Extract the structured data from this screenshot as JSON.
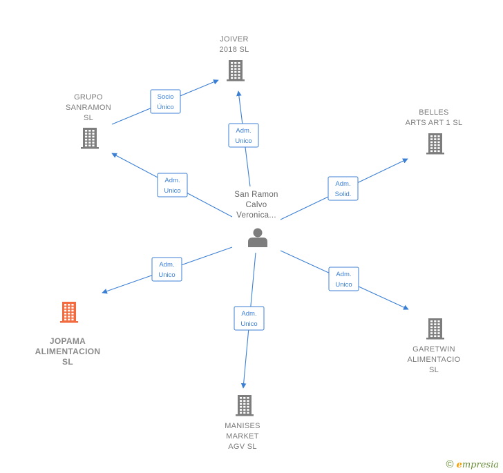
{
  "center": {
    "lines": [
      "San Ramon",
      "Calvo",
      "Veronica..."
    ]
  },
  "nodes": [
    {
      "id": "joiver",
      "lines": [
        "JOIVER",
        "2018  SL"
      ],
      "highlight": false
    },
    {
      "id": "grupo",
      "lines": [
        "GRUPO",
        "SANRAMON",
        "SL"
      ],
      "highlight": false
    },
    {
      "id": "belles",
      "lines": [
        "BELLES",
        "ARTS ART 1 SL"
      ],
      "highlight": false
    },
    {
      "id": "jopama",
      "lines": [
        "JOPAMA",
        "ALIMENTACION",
        "SL"
      ],
      "highlight": true
    },
    {
      "id": "garetwin",
      "lines": [
        "GARETWIN",
        "ALIMENTACIO",
        "SL"
      ],
      "highlight": false
    },
    {
      "id": "manises",
      "lines": [
        "MANISES",
        "MARKET",
        "AGV  SL"
      ],
      "highlight": false
    }
  ],
  "edges": [
    {
      "id": "grupo-joiver",
      "lines": [
        "Socio",
        "Único"
      ]
    },
    {
      "id": "center-joiver",
      "lines": [
        "Adm.",
        "Unico"
      ]
    },
    {
      "id": "center-grupo",
      "lines": [
        "Adm.",
        "Unico"
      ]
    },
    {
      "id": "center-belles",
      "lines": [
        "Adm.",
        "Solid."
      ]
    },
    {
      "id": "center-jopama",
      "lines": [
        "Adm.",
        "Unico"
      ]
    },
    {
      "id": "center-garetwin",
      "lines": [
        "Adm.",
        "Unico"
      ]
    },
    {
      "id": "center-manises",
      "lines": [
        "Adm.",
        "Unico"
      ]
    }
  ],
  "colors": {
    "edge": "#3b7fd4",
    "building": "#7d7d7d",
    "building_highlight": "#f26a3d",
    "person": "#7d7d7d"
  },
  "footer": {
    "copyright": "©",
    "brand_initial": "e",
    "brand_rest": "mpresia"
  }
}
